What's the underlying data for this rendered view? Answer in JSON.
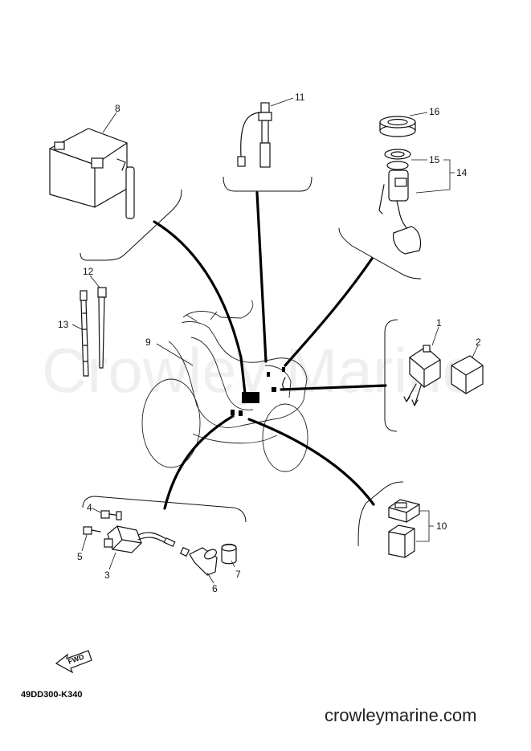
{
  "watermark": "Crowley Marine",
  "diagram_code": "49DD300-K340",
  "website": "crowleymarine.com",
  "fwd_label": "FWD",
  "callouts": {
    "c1": "1",
    "c2": "2",
    "c3": "3",
    "c4": "4",
    "c5": "5",
    "c6": "6",
    "c7": "7",
    "c8": "8",
    "c9": "9",
    "c10": "10",
    "c11": "11",
    "c12": "12",
    "c13": "13",
    "c14": "14",
    "c15": "15",
    "c16": "16"
  }
}
